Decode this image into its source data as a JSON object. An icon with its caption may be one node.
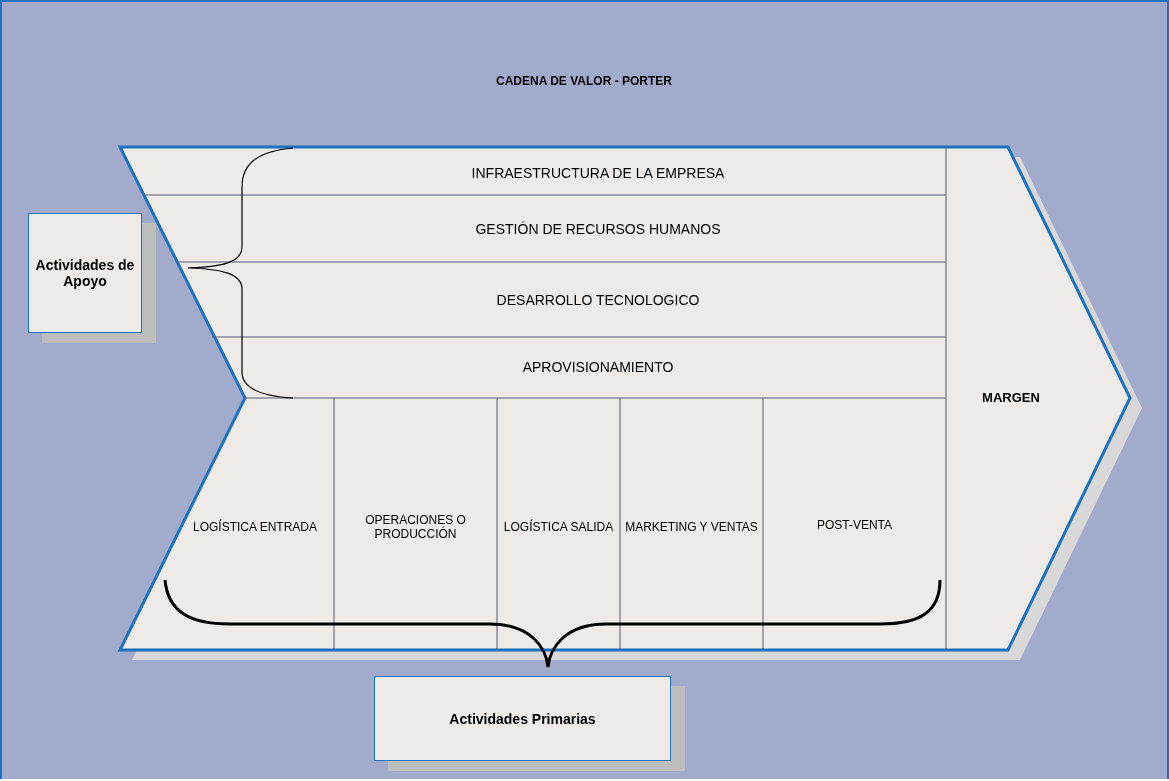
{
  "diagram": {
    "title": "CADENA DE VALOR - PORTER",
    "nodes": [
      {
        "text": [],
        "shape": "chevron"
      },
      {
        "text": [
          "Actividades de Apoyo"
        ]
      },
      {
        "text": [
          "INFRAESTRUCTURA DE LA EMPRESA"
        ],
        "in": 0
      },
      {
        "text": [
          "GESTIÓN DE RECURSOS HUMANOS"
        ],
        "in": 0
      },
      {
        "text": [
          "DESARROLLO TECNOLOGICO"
        ],
        "in": 0
      },
      {
        "text": [
          "APROVISIONAMIENTO"
        ],
        "in": 0
      },
      {
        "text": [
          "LOGÍSTICA ENTRADA"
        ],
        "in": 0
      },
      {
        "text": [
          "OPERACIONES O PRODUCCIÓN"
        ],
        "in": 0
      },
      {
        "text": [
          "LOGÍSTICA SALIDA"
        ],
        "in": 0
      },
      {
        "text": [
          "MARKETING Y VENTAS"
        ],
        "in": 0
      },
      {
        "text": [
          "POST-VENTA"
        ],
        "in": 0
      },
      {
        "text": [
          "MARGEN"
        ],
        "in": 0
      },
      {
        "text": [
          "Actividades Primarias"
        ]
      }
    ],
    "edges": []
  }
}
